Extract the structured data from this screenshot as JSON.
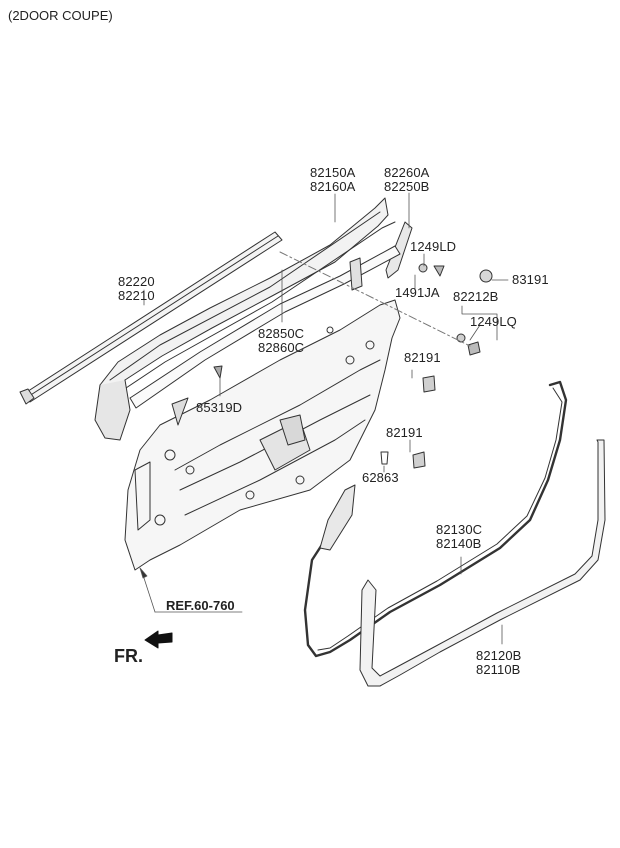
{
  "header": "(2DOOR COUPE)",
  "reference": "REF.60-760",
  "direction": "FR.",
  "labels": {
    "l_82150A": "82150A",
    "l_82160A": "82160A",
    "l_82260A": "82260A",
    "l_82250B": "82250B",
    "l_1249LD": "1249LD",
    "l_83191": "83191",
    "l_1491JA": "1491JA",
    "l_82212B": "82212B",
    "l_1249LQ": "1249LQ",
    "l_82220": "82220",
    "l_82210": "82210",
    "l_82850C": "82850C",
    "l_82860C": "82860C",
    "l_82191a": "82191",
    "l_85319D": "85319D",
    "l_82191b": "82191",
    "l_62863": "62863",
    "l_82130C": "82130C",
    "l_82140B": "82140B",
    "l_82120B": "82120B",
    "l_82110B": "82110B"
  }
}
